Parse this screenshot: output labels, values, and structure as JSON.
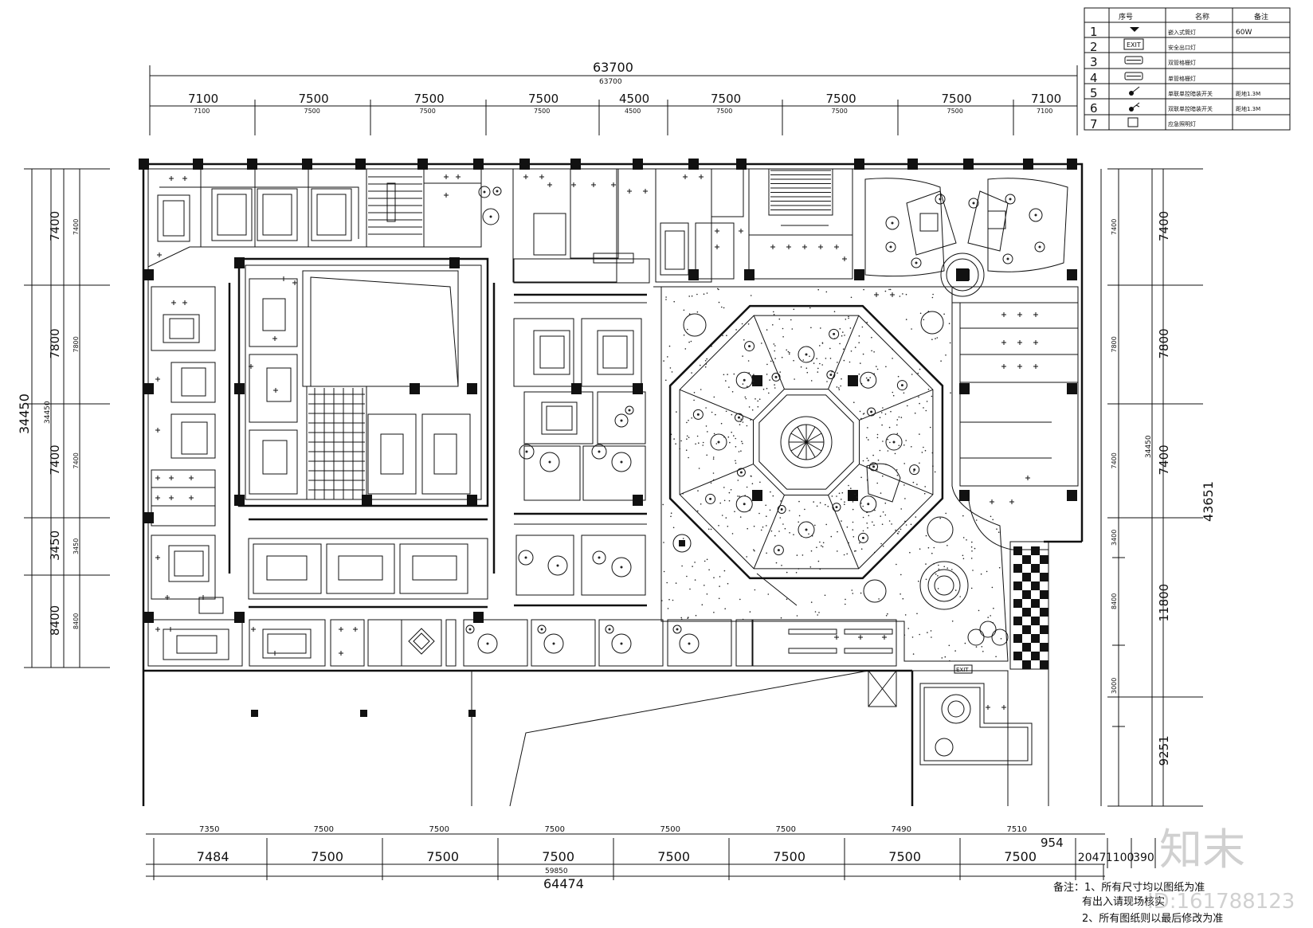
{
  "dimensions": {
    "top_total": "63700",
    "top_total_small": "63700",
    "top_segments": [
      "7100",
      "7500",
      "7500",
      "7500",
      "4500",
      "7500",
      "7500",
      "7500",
      "7100"
    ],
    "top_segments_small": [
      "7100",
      "7500",
      "7500",
      "7500",
      "4500",
      "7500",
      "7500",
      "7500",
      "7100"
    ],
    "bottom_segments_small": [
      "7350",
      "7500",
      "7500",
      "7500",
      "7500",
      "7500",
      "7490",
      "7510"
    ],
    "bottom_segments": [
      "7484",
      "7500",
      "7500",
      "7500",
      "7500",
      "7500",
      "7500",
      "7500",
      "2047",
      "1100",
      "390"
    ],
    "bottom_extra": "954",
    "bottom_total_small": "59850",
    "bottom_total": "64474",
    "left_total": "34450",
    "left_total_small": "34450",
    "left_segments": [
      "7400",
      "7800",
      "7400",
      "3450",
      "8400"
    ],
    "left_segments_small": [
      "7400",
      "7800",
      "7400",
      "3450",
      "8400"
    ],
    "right_segments": [
      "7400",
      "7800",
      "7400",
      "11800",
      "9251"
    ],
    "right_segments_small": [
      "7400",
      "7800",
      "7400",
      "3400",
      "8400",
      "3000"
    ],
    "right_total": "43651",
    "right_total_small": "34450"
  },
  "legend": {
    "headers": [
      "序号",
      "名称",
      "备注"
    ],
    "rows": [
      {
        "num": "1",
        "name": "嵌入式筒灯",
        "note": "60W"
      },
      {
        "num": "2",
        "name": "安全出口灯",
        "note": ""
      },
      {
        "num": "3",
        "name": "双管格栅灯",
        "note": ""
      },
      {
        "num": "4",
        "name": "单管格栅灯",
        "note": ""
      },
      {
        "num": "5",
        "name": "单联单控暗装开关",
        "note": "距地1.3M"
      },
      {
        "num": "6",
        "name": "双联单控暗装开关",
        "note": "距地1.3M"
      },
      {
        "num": "7",
        "name": "应急照明灯",
        "note": ""
      }
    ]
  },
  "exit_label": "EXIT",
  "notes": {
    "line1": "备注：1、所有尺寸均以图纸为准",
    "line2": "有出入请现场核实",
    "line3": "2、所有图纸则以最后修改为准"
  },
  "watermark": {
    "brand": "知末",
    "id": "ID:161788123"
  }
}
